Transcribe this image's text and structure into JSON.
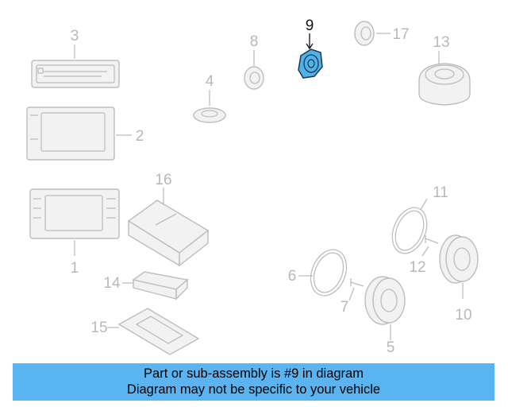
{
  "diagram": {
    "highlighted_part": "9",
    "highlight_color": "#4fb3ea",
    "callouts": {
      "p1": "1",
      "p2": "2",
      "p3": "3",
      "p4": "4",
      "p5": "5",
      "p6": "6",
      "p7": "7",
      "p8": "8",
      "p9": "9",
      "p10": "10",
      "p11": "11",
      "p12": "12",
      "p13": "13",
      "p14": "14",
      "p15": "15",
      "p16": "16",
      "p17": "17"
    }
  },
  "notice": {
    "line1": "Part or sub-assembly is #9 in diagram",
    "line2": "Diagram may not be specific to your vehicle",
    "background": "#5ab4f2"
  }
}
